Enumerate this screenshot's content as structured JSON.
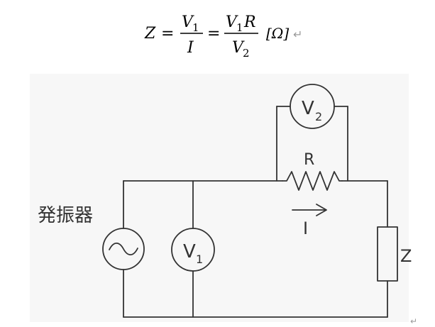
{
  "formula": {
    "lhs": "Z",
    "eq1": "=",
    "frac1_num_var": "V",
    "frac1_num_sub": "1",
    "frac1_den": "I",
    "eq2": "=",
    "frac2_num_var": "V",
    "frac2_num_sub": "1",
    "frac2_num_tail": "R",
    "frac2_den_var": "V",
    "frac2_den_sub": "2",
    "unit": "[Ω]",
    "end_mark": "↵"
  },
  "circuit": {
    "oscillator_label": "発振器",
    "voltmeter1": {
      "letter": "V",
      "sub": "1"
    },
    "voltmeter2": {
      "letter": "V",
      "sub": "2"
    },
    "resistor_label": "R",
    "current_label": "I",
    "impedance_label": "Z",
    "corner_mark": "↵"
  }
}
